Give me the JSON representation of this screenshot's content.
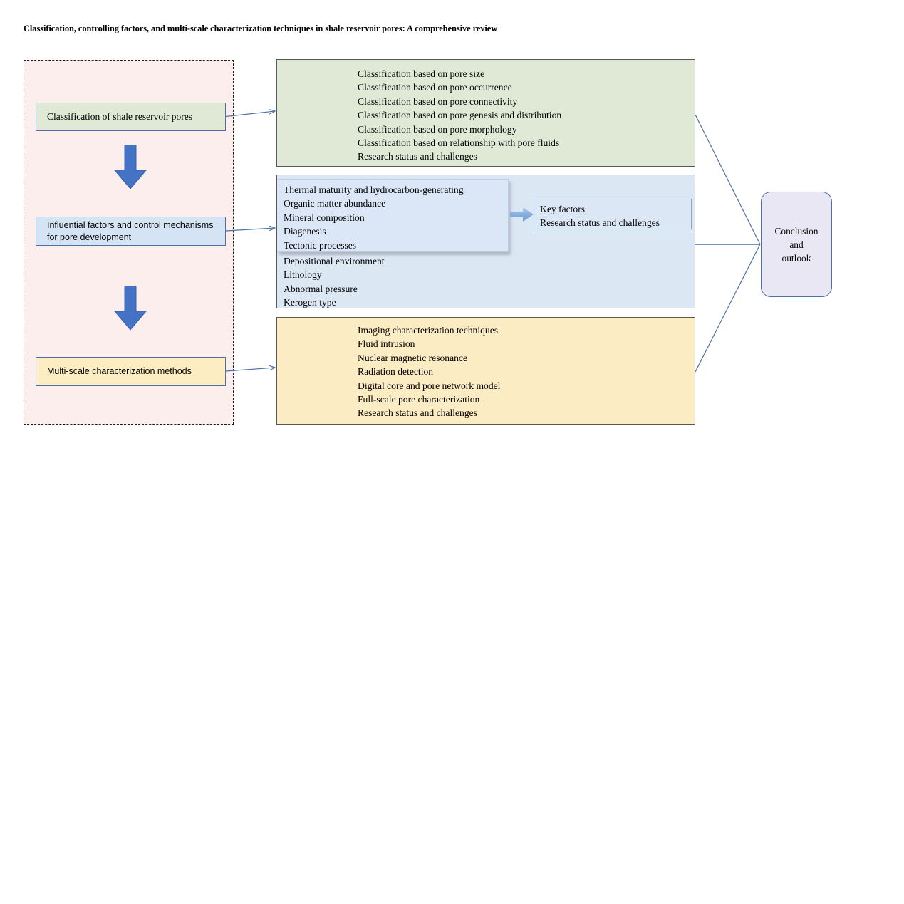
{
  "title": "Classification, controlling factors, and multi-scale characterization techniques in shale reservoir pores: A comprehensive review",
  "colors": {
    "container_fill": "#fdeeee",
    "container_border": "#1a1a1a",
    "green": "#dfe9d6",
    "blue": "#dce7f4",
    "yellow": "#fcecc4",
    "purple": "#eae7f5",
    "arrow_blue": "#4472c4",
    "connector_blue": "#4e6ea8",
    "box_border": "#575757"
  },
  "left_column": {
    "name": "workflow-stages",
    "stages": [
      {
        "label": "Classification of shale reservoir pores",
        "fill": "#dfe9d6"
      },
      {
        "label": "Influential factors and control mechanisms for pore development",
        "fill": "#d5e4f5"
      },
      {
        "label": "Multi-scale characterization methods",
        "fill": "#fcedc2"
      }
    ],
    "arrows": [
      {
        "name": "down-arrow-1",
        "direction": "down"
      },
      {
        "name": "down-arrow-2",
        "direction": "down"
      }
    ]
  },
  "panels": {
    "classification": {
      "name": "classification-panel",
      "fill": "#dfe9d6",
      "items": [
        "Classification based on pore size",
        "Classification based on pore occurrence",
        "Classification based on pore connectivity",
        "Classification based on pore genesis and distribution",
        "Classification based on pore morphology",
        "Classification based on relationship with pore fluids",
        "Research status and challenges"
      ]
    },
    "factors": {
      "name": "factors-panel",
      "fill": "#dce7f4",
      "primary_items": [
        "Thermal maturity and hydrocarbon-generating",
        "Organic matter abundance",
        "Mineral composition",
        "Diagenesis",
        "Tectonic processes"
      ],
      "secondary_items": [
        "Depositional environment",
        "Lithology",
        "Abnormal pressure",
        "Kerogen type"
      ],
      "key_factors_box": {
        "name": "key-factors-box",
        "items": [
          "Key factors",
          "Research status and challenges"
        ]
      }
    },
    "methods": {
      "name": "methods-panel",
      "fill": "#fcecc4",
      "items": [
        "Imaging characterization techniques",
        "Fluid intrusion",
        "Nuclear magnetic resonance",
        "Radiation detection",
        "Digital core and pore network model",
        "Full-scale pore characterization",
        "Research status and challenges"
      ]
    }
  },
  "conclusion": {
    "name": "conclusion-box",
    "lines": [
      "Conclusion",
      "and",
      "outlook"
    ]
  }
}
